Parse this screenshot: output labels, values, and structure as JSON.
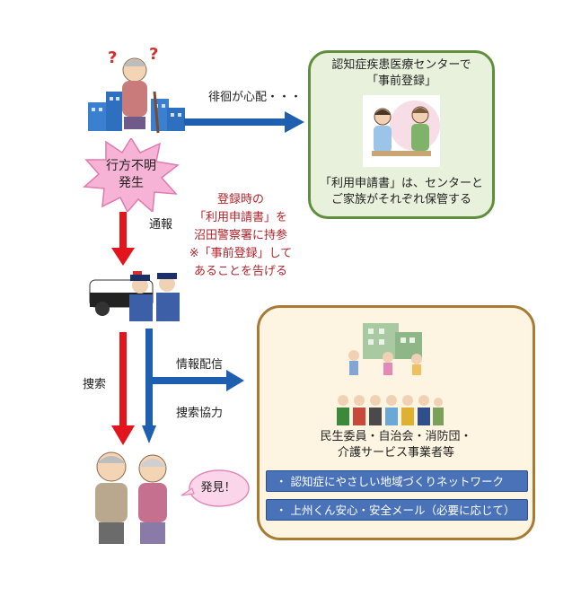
{
  "top_right_box": {
    "title_line1": "認知症疾患医療センターで",
    "title_line2": "「事前登録」",
    "caption_line1": "「利用申請書」は、センターと",
    "caption_line2": "ご家族がそれぞれ保管する"
  },
  "arrows": {
    "worry_label": "徘徊が心配・・・",
    "report_label": "通報",
    "search_label": "捜索",
    "info_label": "情報配信",
    "coop_label": "捜索協力"
  },
  "burst": {
    "line1": "行方不明",
    "line2": "発生"
  },
  "registration_note": {
    "line1": "登録時の",
    "line2": "「利用申請書」を",
    "line3": "沼田警察署に持参",
    "line4": "※「事前登録」して",
    "line5": "あることを告げる"
  },
  "found_bubble": {
    "label": "発見！"
  },
  "bottom_right_box": {
    "caption_line1": "民生委員・自治会・消防団・",
    "caption_line2": "介護サービス事業者等",
    "network_items": [
      "・ 認知症にやさしい地域づくりネットワーク",
      "・ 上州くん安心・安全メール（必要に応じて）"
    ]
  },
  "colors": {
    "arrow_blue": "#1f5fb0",
    "arrow_red": "#e3141b",
    "green_border": "#5f8f3c",
    "cream_border": "#a77b33",
    "bar_blue": "#4a72b8"
  }
}
